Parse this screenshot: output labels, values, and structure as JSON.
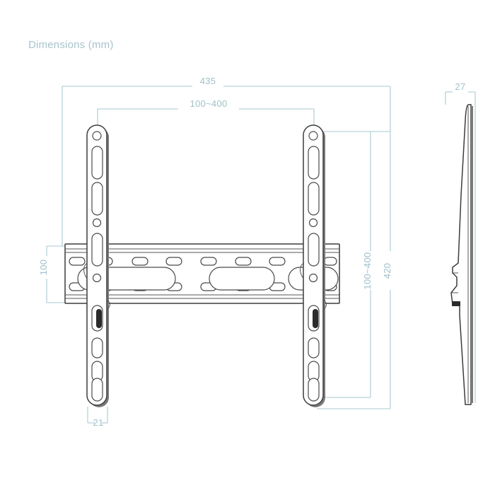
{
  "page": {
    "title": "Dimensions (mm)",
    "background_color": "#ffffff",
    "dimension_color": "#a8c9d1",
    "label_color": "#9fc0c9",
    "outline_color": "#3c3c3c",
    "fill_color": "#ffffff",
    "shadow_color": "#6e6e6e"
  },
  "dimensions": {
    "overall_width": "435",
    "mount_width_range": "100~400",
    "mount_height_range": "100~400",
    "overall_height": "420",
    "bar_height": "100",
    "rail_width": "21",
    "depth": "27"
  },
  "views": {
    "front": {
      "name": "front-view",
      "label": "TV wall mount bracket front view"
    },
    "side": {
      "name": "side-view",
      "label": "TV wall mount bracket side profile"
    }
  }
}
